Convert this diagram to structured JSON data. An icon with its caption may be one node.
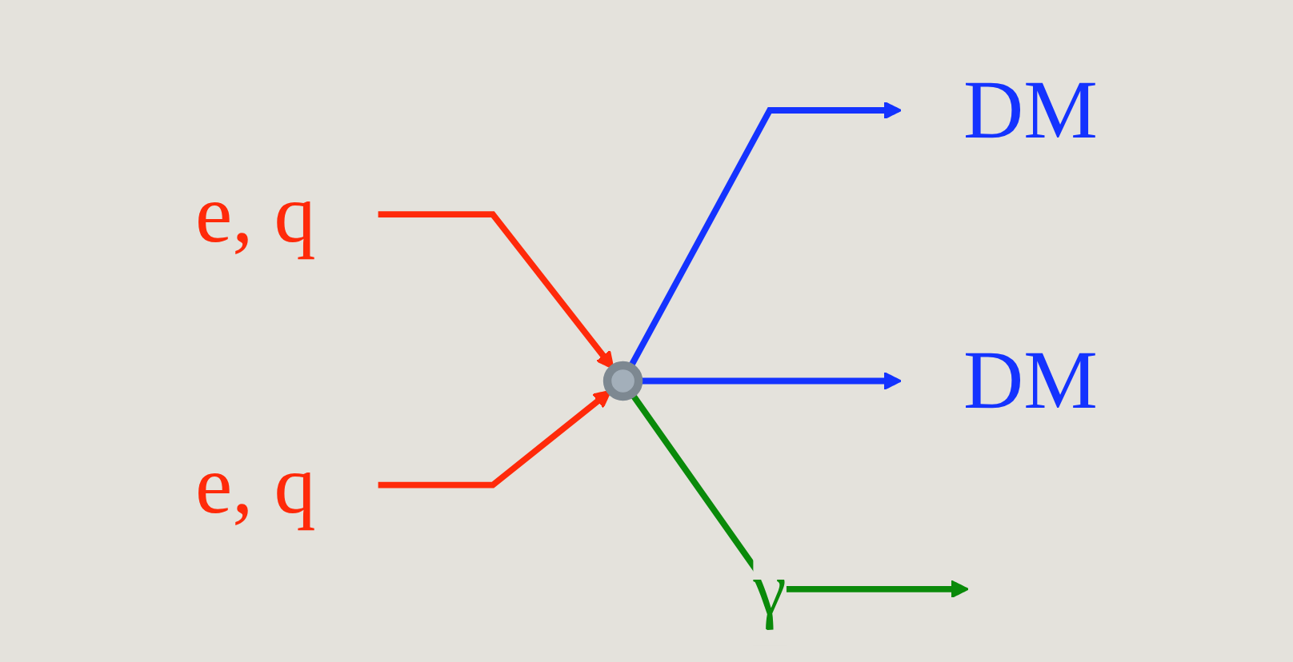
{
  "diagram": {
    "nodes": [
      {
        "text": [
          "e, q"
        ]
      },
      {
        "text": [
          "e, q"
        ]
      },
      {
        "text": [],
        "shape": "circle"
      },
      {
        "text": [
          "DM"
        ]
      },
      {
        "text": [
          "DM"
        ]
      }
    ],
    "edges": [
      {
        "from": 0,
        "to": 2,
        "arrow": "to",
        "color": "#ff2a0a"
      },
      {
        "from": 1,
        "to": 2,
        "arrow": "to",
        "color": "#ff2a0a"
      },
      {
        "from": 2,
        "to": 3,
        "arrow": "to",
        "color": "#1433ff"
      },
      {
        "from": 2,
        "to": 4,
        "arrow": "to",
        "color": "#1433ff"
      },
      {
        "from": 2,
        "to": null,
        "arrow": "to",
        "label": "γ",
        "color": "#0a8a0a"
      }
    ]
  }
}
